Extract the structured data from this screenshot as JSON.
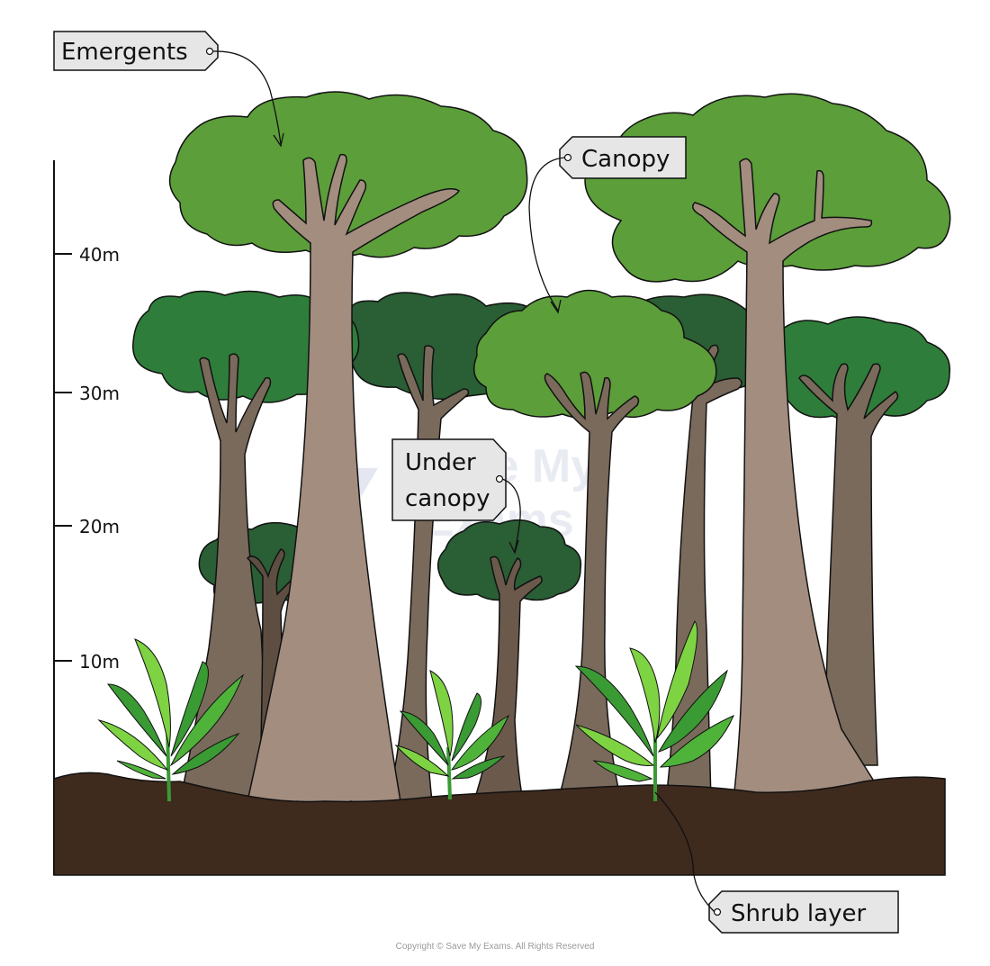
{
  "scale": {
    "ticks": [
      {
        "value": 10,
        "label": "10m"
      },
      {
        "value": 20,
        "label": "20m"
      },
      {
        "value": 30,
        "label": "30m"
      },
      {
        "value": 40,
        "label": "40m"
      }
    ]
  },
  "labels": {
    "emergents": "Emergents",
    "canopy": "Canopy",
    "under_canopy_line1": "Under",
    "under_canopy_line2": "canopy",
    "shrub_layer": "Shrub layer"
  },
  "watermark": {
    "line1": "Save My",
    "line2": "Exams"
  },
  "copyright": "Copyright © Save My Exams. All Rights Reserved",
  "colors": {
    "soil": "#3f2a1e",
    "emergent_leaves": "#5c9e3a",
    "canopy_leaves": "#2f7d3a",
    "under_canopy_leaves": "#2a5e35",
    "emergent_trunk": "#a38d7f",
    "canopy_trunk": "#7a6a5b",
    "shrub_light": "#7ed343",
    "shrub_dark": "#3a9a33"
  }
}
